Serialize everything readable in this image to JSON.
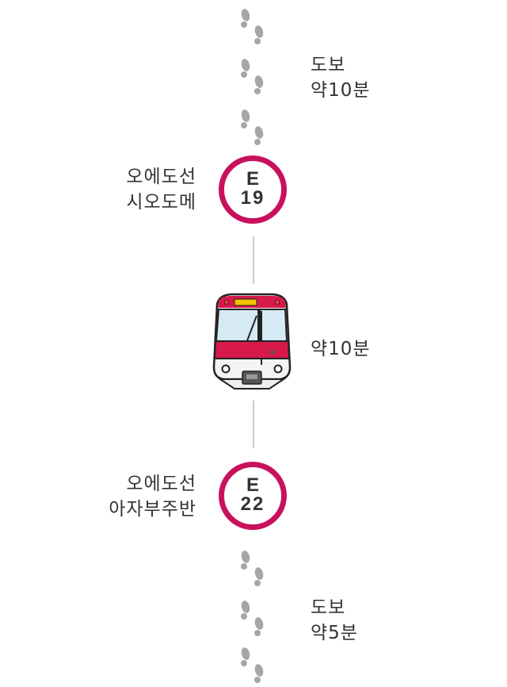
{
  "segments": [
    {
      "type": "walk",
      "lines": [
        "도보",
        "약10분"
      ]
    },
    {
      "type": "station",
      "line_name": "오에도선",
      "station_name": "시오도메",
      "line_code": "E",
      "station_number": "19",
      "color": "#c8115d"
    },
    {
      "type": "train",
      "duration": "약10분"
    },
    {
      "type": "station",
      "line_name": "오에도선",
      "station_name": "아자부주반",
      "line_code": "E",
      "station_number": "22",
      "color": "#c8115d"
    },
    {
      "type": "walk",
      "lines": [
        "도보",
        "약5분"
      ]
    }
  ],
  "icons": {
    "walk": "footsteps-icon",
    "train": "subway-train-icon"
  }
}
